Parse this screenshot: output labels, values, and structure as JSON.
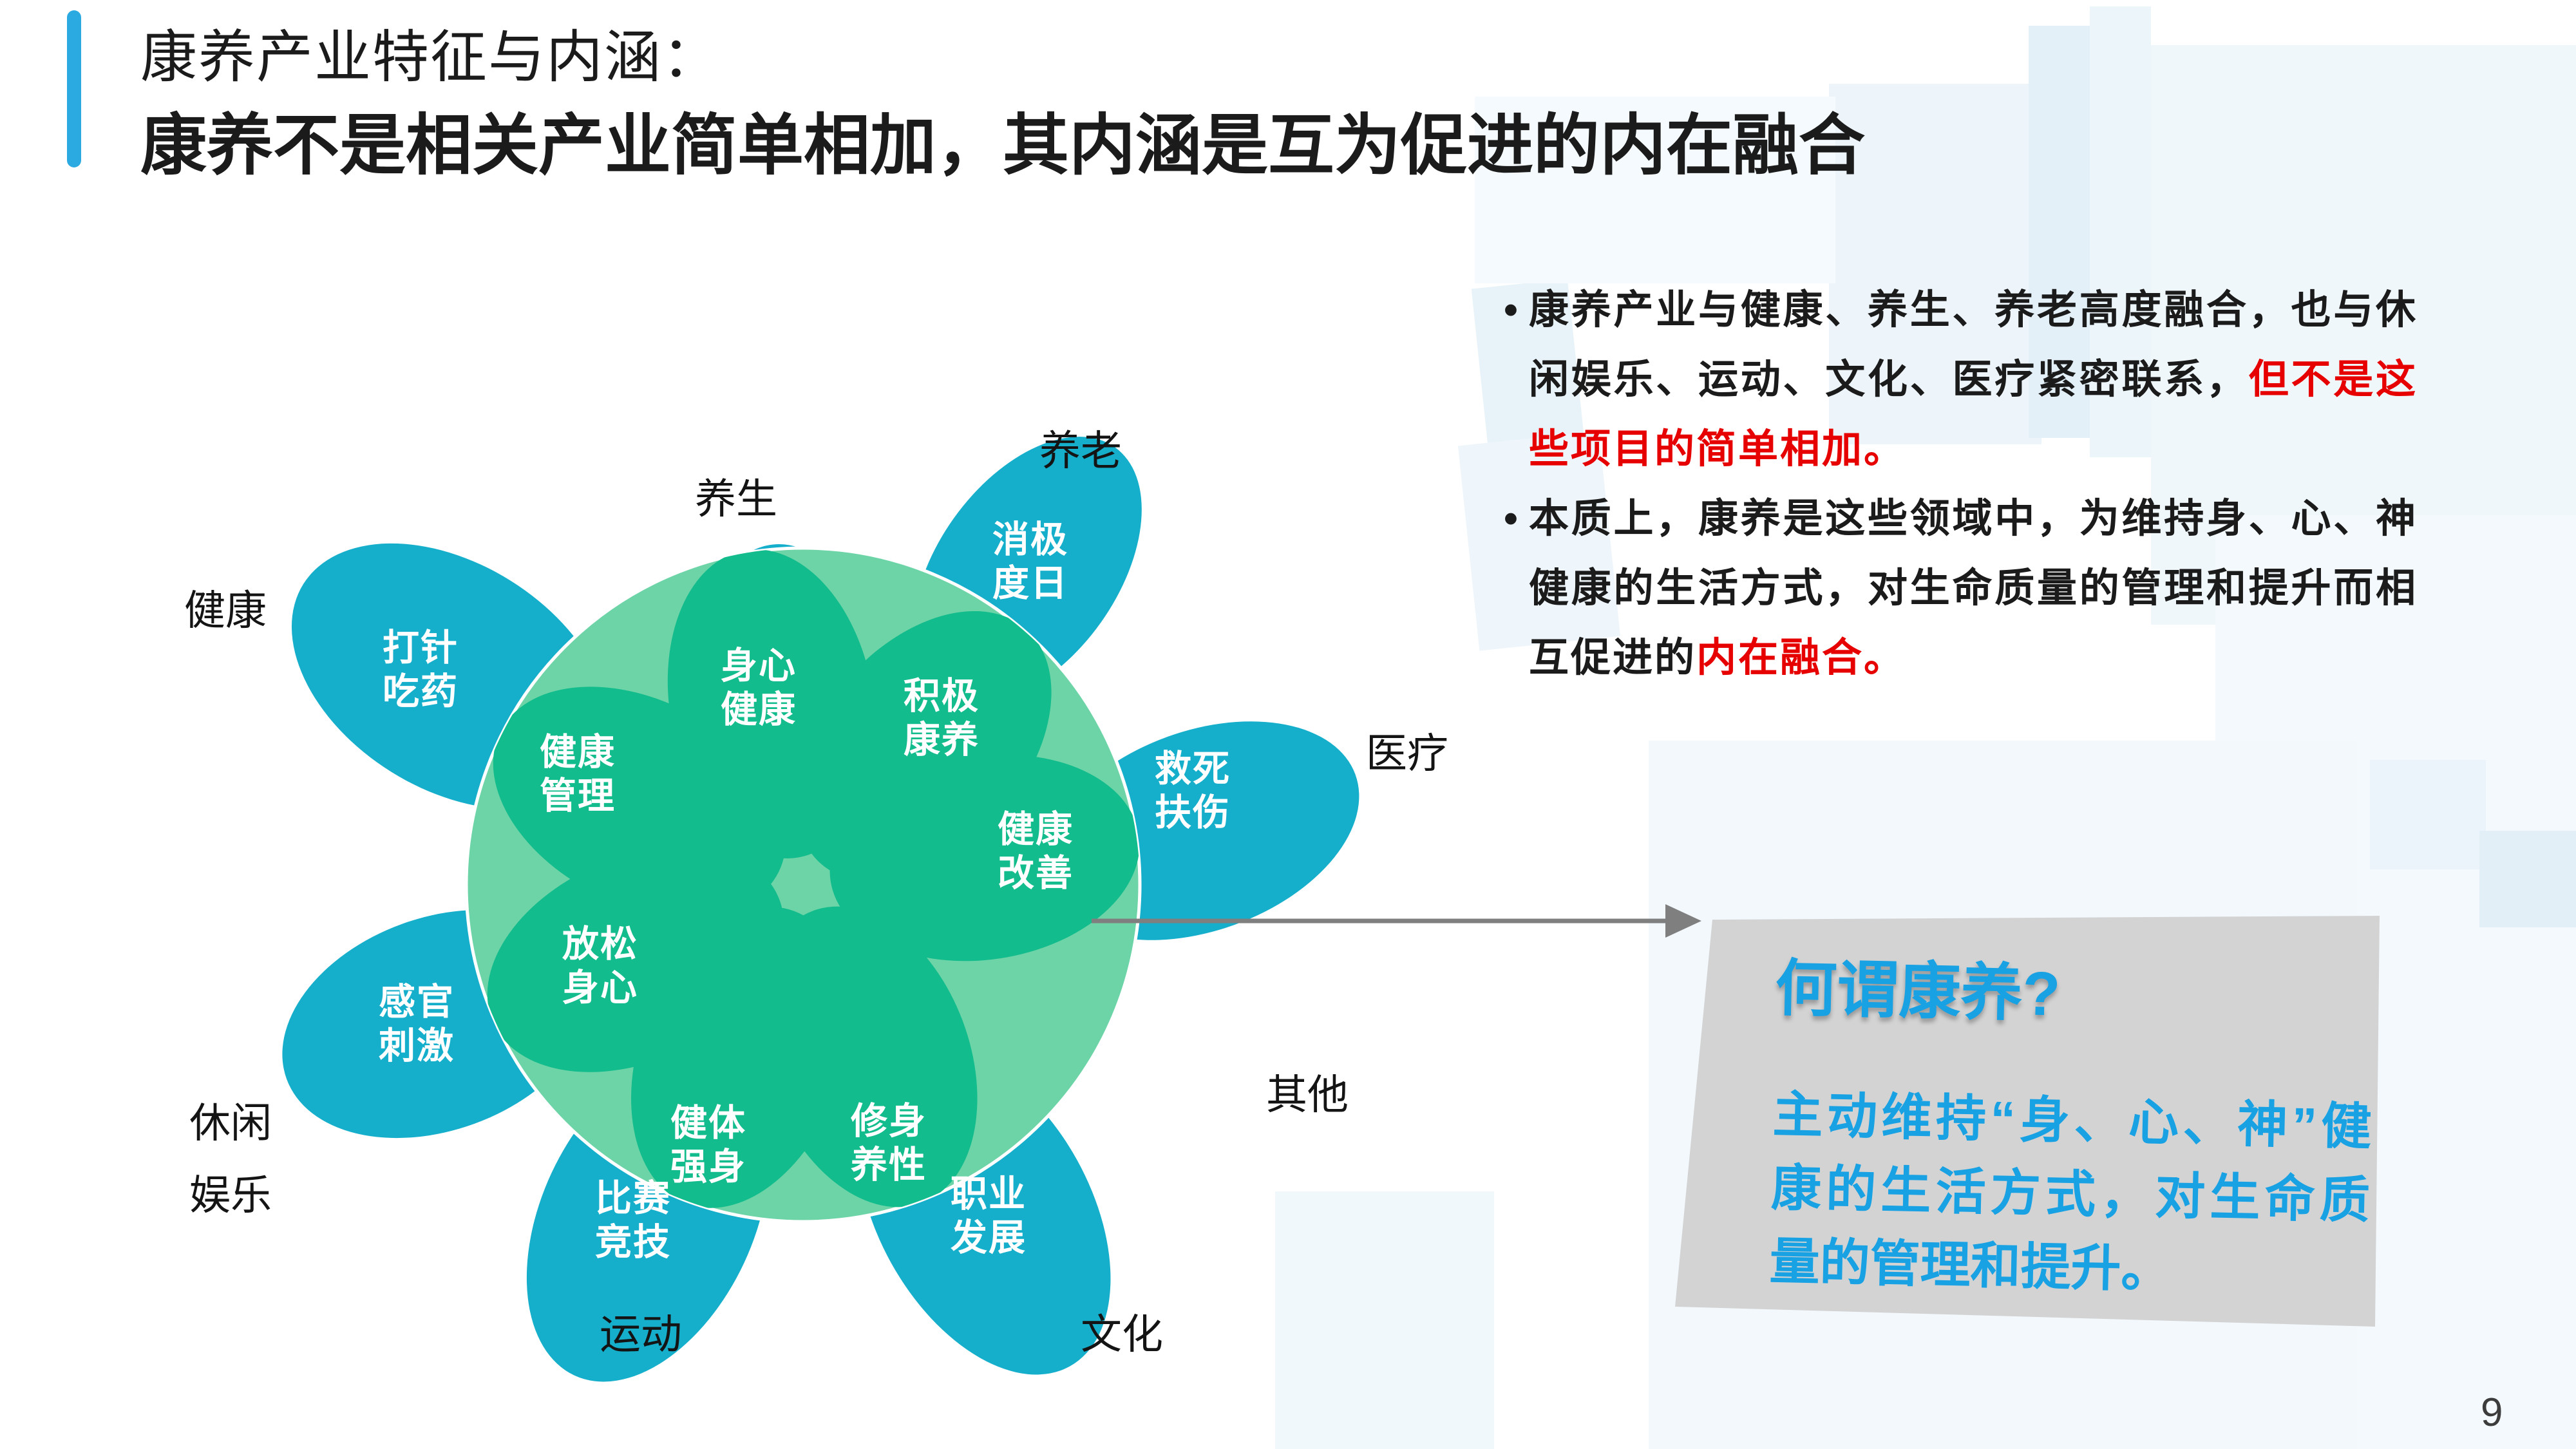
{
  "header": {
    "title_line1": "康养产业特征与内涵：",
    "title_line2": "康养不是相关产业简单相加，其内涵是互为促进的内在融合"
  },
  "bullets": {
    "marker": "•",
    "items": [
      {
        "text_black": "康养产业与健康、养生、养老高度融合，也与休闲娱乐、运动、文化、医疗紧密联系，",
        "text_red": "但不是这些项目的简单相加。"
      },
      {
        "text_black": "本质上，康养是这些领域中，为维持身、心、神健康的生活方式，对生命质量的管理和提升而相互促进的",
        "text_red": "内在融合。"
      }
    ]
  },
  "diagram": {
    "sector_labels": [
      {
        "text": "健康"
      },
      {
        "text": "养生"
      },
      {
        "text": "养老"
      },
      {
        "text": "医疗"
      },
      {
        "text": "其他"
      },
      {
        "text": "文化"
      },
      {
        "text": "运动"
      },
      {
        "line1": "休闲",
        "line2": "娱乐"
      }
    ],
    "outer_petals": [
      {
        "line1": "打针",
        "line2": "吃药"
      },
      {
        "line1": "消极",
        "line2": "度日"
      },
      {
        "line1": "救死",
        "line2": "扶伤"
      },
      {
        "line1": "职业",
        "line2": "发展"
      },
      {
        "line1": "比赛",
        "line2": "竞技"
      },
      {
        "line1": "感官",
        "line2": "刺激"
      }
    ],
    "inner_petals": [
      {
        "line1": "身心",
        "line2": "健康"
      },
      {
        "line1": "积极",
        "line2": "康养"
      },
      {
        "line1": "健康",
        "line2": "改善"
      },
      {
        "line1": "修身",
        "line2": "养性"
      },
      {
        "line1": "健体",
        "line2": "强身"
      },
      {
        "line1": "放松",
        "line2": "身心"
      },
      {
        "line1": "健康",
        "line2": "管理"
      }
    ]
  },
  "callout": {
    "title": "何谓康养?",
    "body": "主动维持“身、心、神”健康的生活方式，对生命质量的管理和提升。"
  },
  "page_number": "9",
  "colors": {
    "accent_blue": "#2BAAE2",
    "text_black": "#1B1B1B",
    "red": "#E60000",
    "outer_petal": "#15AFCC",
    "circle_fill": "#6CD4A7",
    "inner_petal": "#12BC8C",
    "circle_stroke": "#FFFFFF",
    "arrow_gray": "#7F7F7F",
    "callout_bg": "#D3D3D3",
    "callout_text": "#18A1E3",
    "label_black": "#141414",
    "page_gray": "#3C3C3C"
  }
}
